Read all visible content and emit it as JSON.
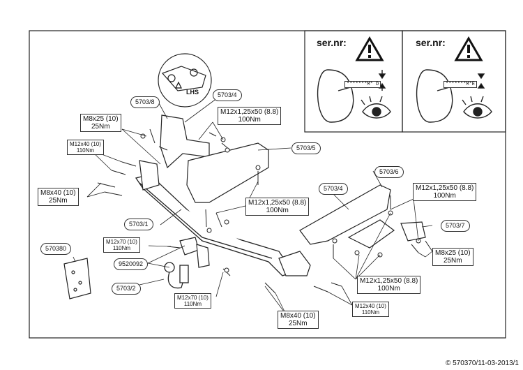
{
  "warning_panels": [
    {
      "title": "ser.nr:",
      "code": "*******M* D"
    },
    {
      "title": "ser.nr:",
      "code": "*******M*E"
    }
  ],
  "detail_label": "LHS",
  "part_labels": [
    {
      "id": "p5703_8",
      "text": "5703/8"
    },
    {
      "id": "p5703_4a",
      "text": "5703/4"
    },
    {
      "id": "p5703_5",
      "text": "5703/5"
    },
    {
      "id": "p5703_6",
      "text": "5703/6"
    },
    {
      "id": "p5703_4b",
      "text": "5703/4"
    },
    {
      "id": "p5703_7",
      "text": "5703/7"
    },
    {
      "id": "p5703_1",
      "text": "5703/1"
    },
    {
      "id": "p570380",
      "text": "570380"
    },
    {
      "id": "p9520092",
      "text": "9520092"
    },
    {
      "id": "p5703_2",
      "text": "5703/2"
    }
  ],
  "torque_labels": [
    {
      "id": "t1",
      "lines": [
        "M8x25 (10)",
        "25Nm"
      ]
    },
    {
      "id": "t2",
      "lines": [
        "M12x1,25x50 (8.8)",
        "100Nm"
      ]
    },
    {
      "id": "t3",
      "lines": [
        "M12x40 (10)",
        "110Nm"
      ]
    },
    {
      "id": "t4",
      "lines": [
        "M8x40 (10)",
        "25Nm"
      ]
    },
    {
      "id": "t5",
      "lines": [
        "M12x1,25x50 (8.8)",
        "100Nm"
      ]
    },
    {
      "id": "t6",
      "lines": [
        "M12x1,25x50 (8.8)",
        "100Nm"
      ]
    },
    {
      "id": "t7",
      "lines": [
        "M12x70 (10)",
        "110Nm"
      ]
    },
    {
      "id": "t8",
      "lines": [
        "M8x25 (10)",
        "25Nm"
      ]
    },
    {
      "id": "t9",
      "lines": [
        "M12x1,25x50 (8.8)",
        "100Nm"
      ]
    },
    {
      "id": "t10",
      "lines": [
        "M12x70 (10)",
        "110Nm"
      ]
    },
    {
      "id": "t11",
      "lines": [
        "M12x40 (10)",
        "110Nm"
      ]
    },
    {
      "id": "t12",
      "lines": [
        "M8x40 (10)",
        "25Nm"
      ]
    }
  ],
  "footer": "© 570370/11-03-2013/1"
}
